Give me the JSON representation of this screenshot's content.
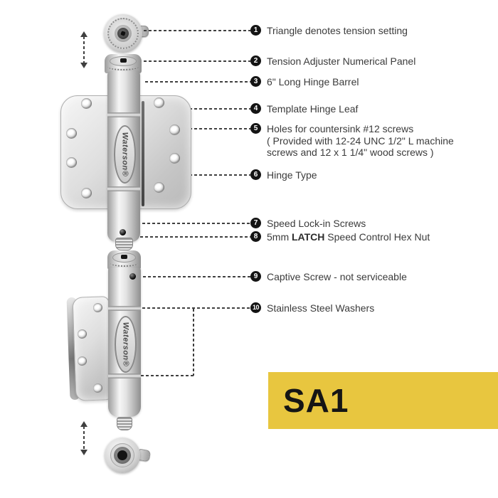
{
  "diagram_title": "Waterson SA1 hinge parts diagram",
  "brand": "Waterson®",
  "badge": {
    "text": "SA1",
    "bg": "#e8c63f",
    "fg": "#151515"
  },
  "colors": {
    "leader_line": "#3f3f3f",
    "label_text": "#3b3b3b",
    "callout_bg": "#141414",
    "callout_fg": "#ffffff",
    "metal_light": "#f6f6f6",
    "metal_dark": "#8f8f8f"
  },
  "callouts": [
    {
      "num": "1",
      "label": "Triangle denotes tension setting"
    },
    {
      "num": "2",
      "label": "Tension Adjuster Numerical Panel"
    },
    {
      "num": "3",
      "label": "6\" Long Hinge Barrel"
    },
    {
      "num": "4",
      "label": "Template Hinge Leaf"
    },
    {
      "num": "5",
      "label": "Holes for countersink #12 screws",
      "sub": "( Provided with 12-24 UNC 1/2\" L machine\nscrews and 12 x 1 1/4\" wood screws )"
    },
    {
      "num": "6",
      "label": "Hinge Type"
    },
    {
      "num": "7",
      "label": "Speed Lock-in Screws"
    },
    {
      "num": "8",
      "pre": "5mm ",
      "bold": "LATCH",
      "post": " Speed Control Hex Nut"
    },
    {
      "num": "9",
      "label": "Captive Screw - not serviceable"
    },
    {
      "num": "10",
      "label": "Stainless Steel Washers"
    }
  ]
}
